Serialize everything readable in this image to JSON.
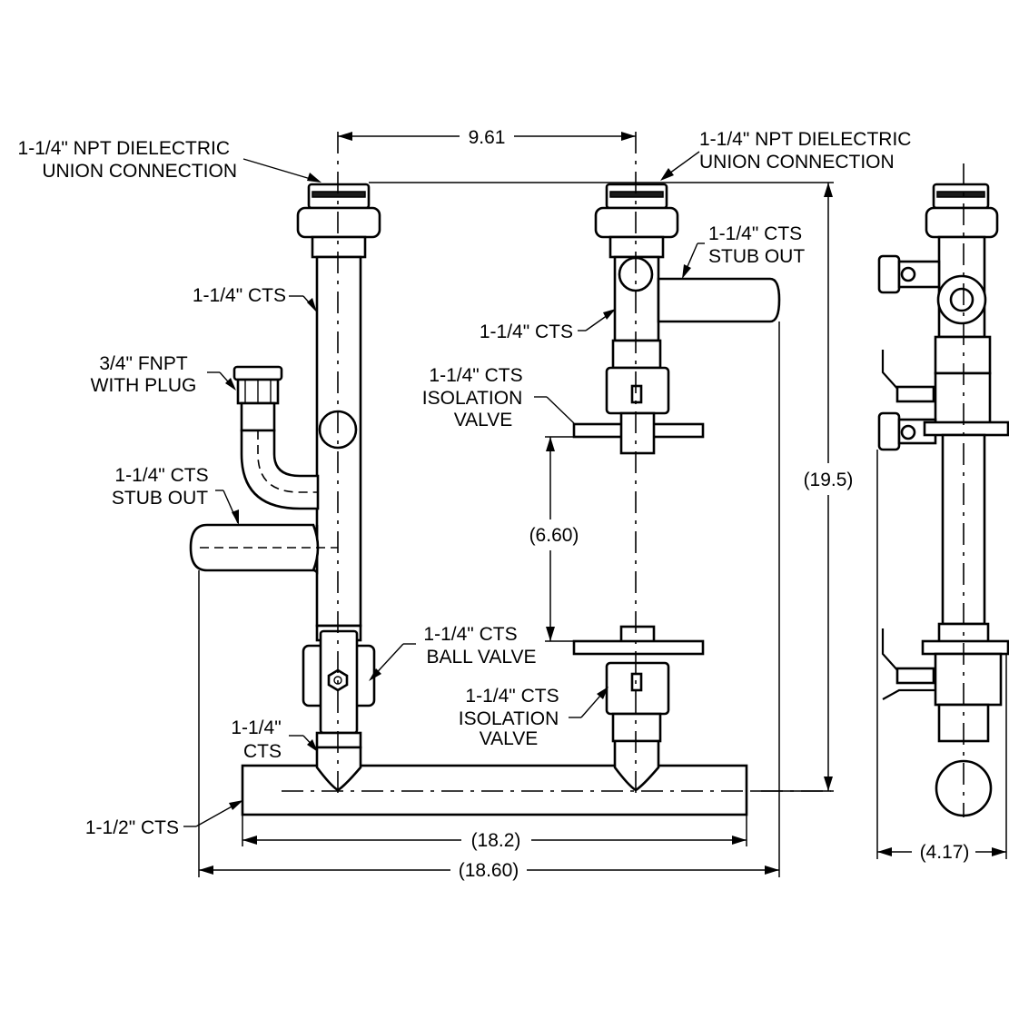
{
  "labels": {
    "union_left": [
      "1-1/4\" NPT DIELECTRIC",
      "UNION CONNECTION"
    ],
    "union_right": [
      "1-1/4\" NPT DIELECTRIC",
      "UNION CONNECTION"
    ],
    "cts_left_riser": "1-1/4\" CTS",
    "fnpt_plug": [
      "3/4\" FNPT",
      "WITH PLUG"
    ],
    "stub_out_left": [
      "1-1/4\" CTS",
      "STUB OUT"
    ],
    "stub_out_right": [
      "1-1/4\" CTS",
      "STUB OUT"
    ],
    "cts_right_riser": "1-1/4\" CTS",
    "isolation_valve_top": [
      "1-1/4\" CTS",
      "ISOLATION",
      "VALVE"
    ],
    "ball_valve": [
      "1-1/4\" CTS",
      "BALL VALVE"
    ],
    "isolation_valve_bottom": [
      "1-1/4\" CTS",
      "ISOLATION",
      "VALVE"
    ],
    "cts_left_bottom": [
      "1-1/4\"",
      "CTS"
    ],
    "header_pipe": "1-1/2\" CTS"
  },
  "dimensions": {
    "center_spacing": "9.61",
    "overall_height": "(19.5)",
    "valve_spacing": "(6.60)",
    "header_length": "(18.2)",
    "overall_width": "(18.60)",
    "side_depth": "(4.17)"
  }
}
